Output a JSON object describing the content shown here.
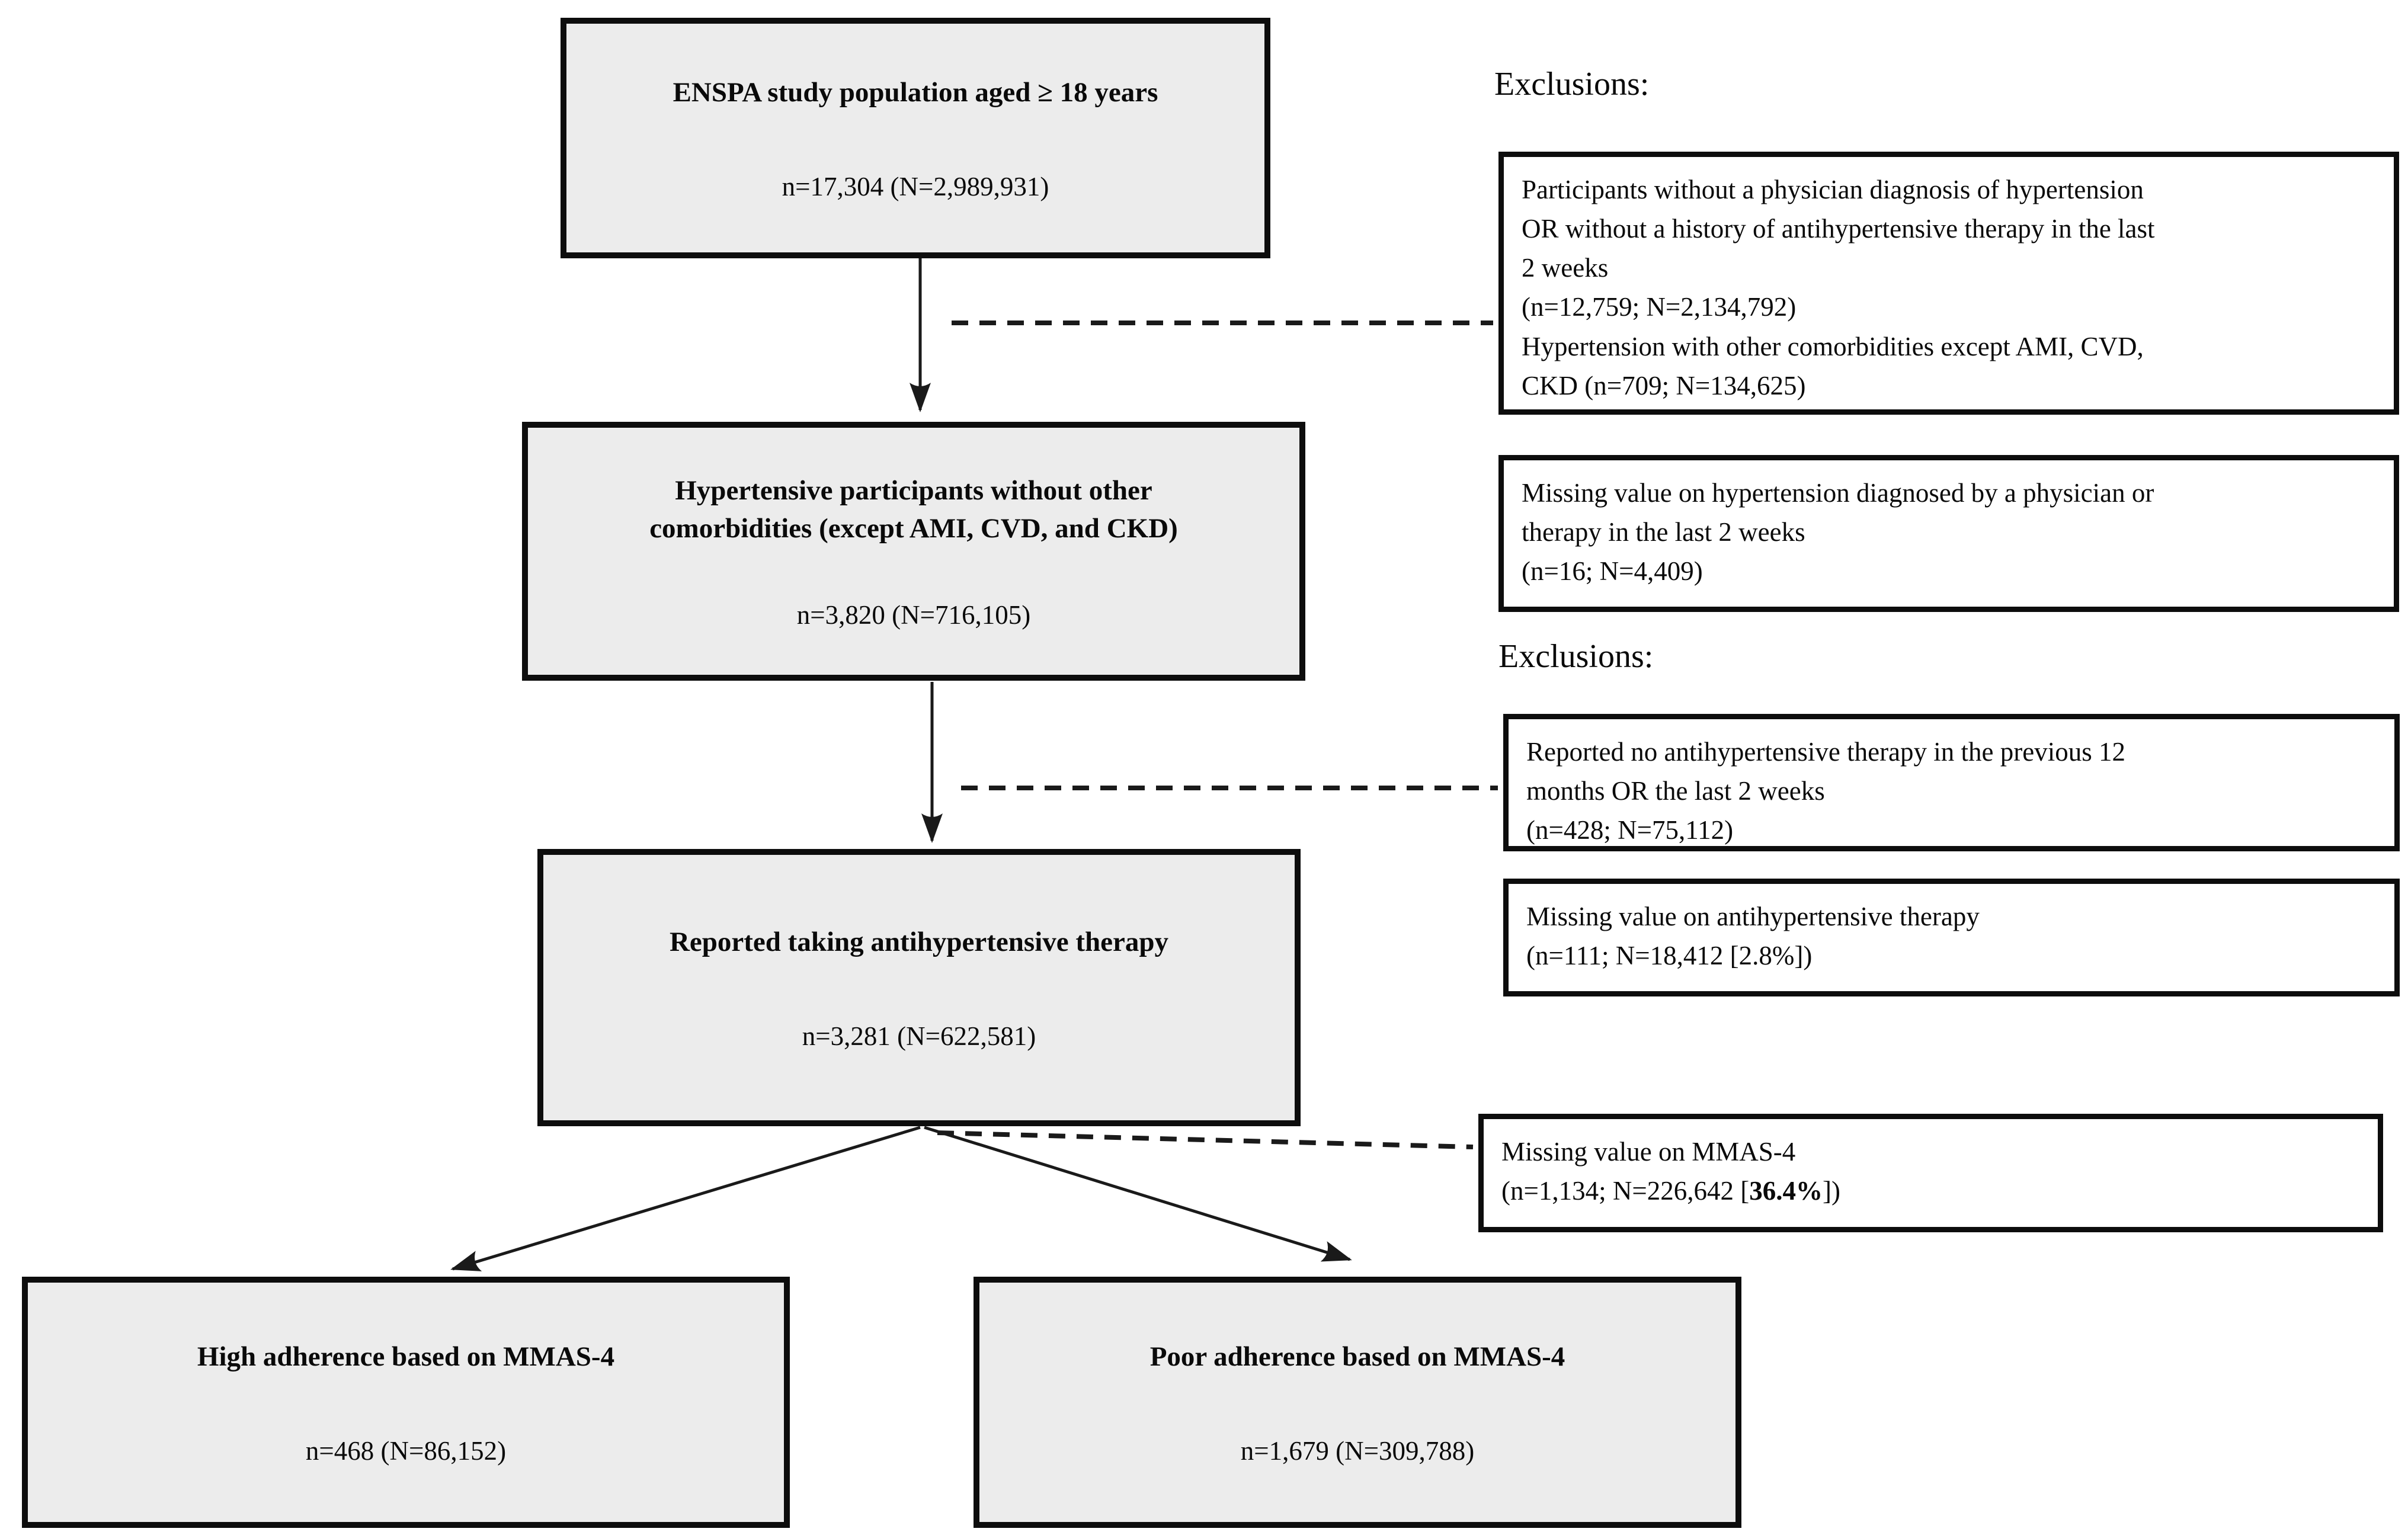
{
  "flow": {
    "enspa": {
      "title": "ENSPA study population aged ≥ 18 years",
      "stat": "n=17,304 (N=2,989,931)"
    },
    "hypertensive": {
      "title_line1": "Hypertensive participants without other",
      "title_line2": "comorbidities (except AMI, CVD, and CKD)",
      "stat": "n=3,820 (N=716,105)"
    },
    "therapy": {
      "title": "Reported taking antihypertensive therapy",
      "stat": "n=3,281 (N=622,581)"
    },
    "high_adherence": {
      "title": "High adherence based on MMAS-4",
      "stat": "n=468 (N=86,152)"
    },
    "poor_adherence": {
      "title": "Poor adherence based on MMAS-4",
      "stat": "n=1,679 (N=309,788)"
    }
  },
  "side": {
    "heading_exclusions_1": "Exclusions:",
    "heading_exclusions_2": "Exclusions:",
    "exclusion_box_1": {
      "lines": [
        "Participants without a physician diagnosis of hypertension",
        "OR without a history of antihypertensive therapy in the last",
        "2 weeks",
        "(n=12,759; N=2,134,792)",
        "Hypertension with other comorbidities except AMI, CVD,",
        "CKD (n=709; N=134,625)"
      ]
    },
    "missing_box_1": {
      "lines": [
        "Missing value on hypertension diagnosed by a physician or",
        "therapy in the last 2 weeks",
        "(n=16; N=4,409)"
      ]
    },
    "exclusion_box_2": {
      "lines": [
        "Reported no antihypertensive therapy in the previous 12",
        "months OR the last 2 weeks",
        "(n=428; N=75,112)"
      ]
    },
    "missing_box_2": {
      "lines": [
        "Missing value on antihypertensive therapy",
        "(n=111; N=18,412 [2.8%])"
      ]
    },
    "missing_mmas": {
      "line1": "Missing value on MMAS-4",
      "stat_prefix": "(n=1,134; N=226,642 [",
      "stat_bold": "36.4%",
      "stat_suffix": "])"
    }
  },
  "colors": {
    "node_fill": "#ececec",
    "node_border": "#0d0d0d",
    "side_fill": "#ffffff",
    "line_color": "#1a1a1a"
  }
}
